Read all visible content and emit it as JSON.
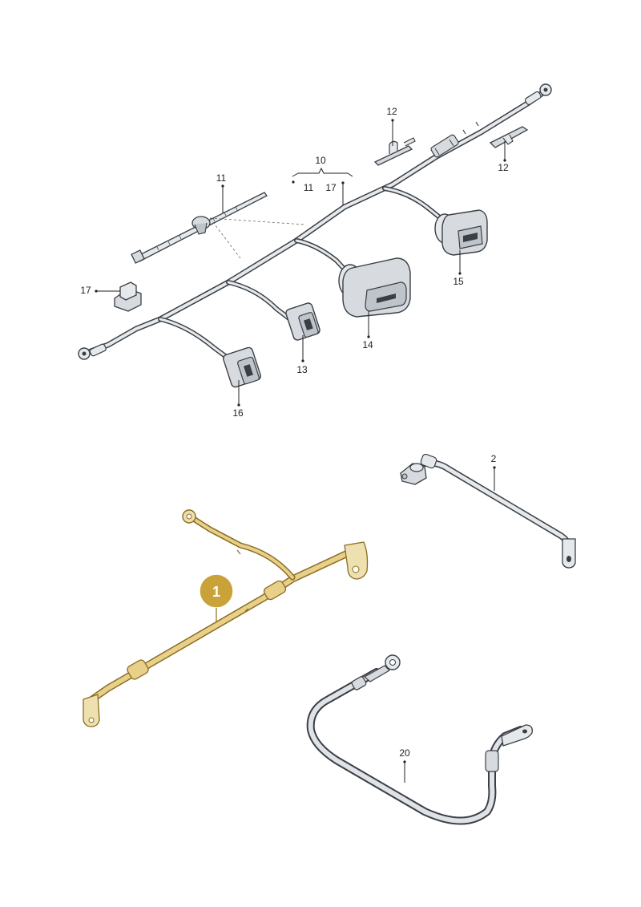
{
  "colors": {
    "highlight": "#c9a84a",
    "highlight_dark": "#8a6d22",
    "badge": "#c9a23a",
    "part_gray": "#d7dbe0",
    "outline": "#3a3f45"
  },
  "labels": {
    "p1": "1",
    "p2": "2",
    "p10": "10",
    "p10_sub_11": "11",
    "p10_sub_17": "17",
    "p11": "11",
    "p12_top": "12",
    "p12_right": "12",
    "p13": "13",
    "p14": "14",
    "p15": "15",
    "p16": "16",
    "p17": "17",
    "p20": "20"
  }
}
